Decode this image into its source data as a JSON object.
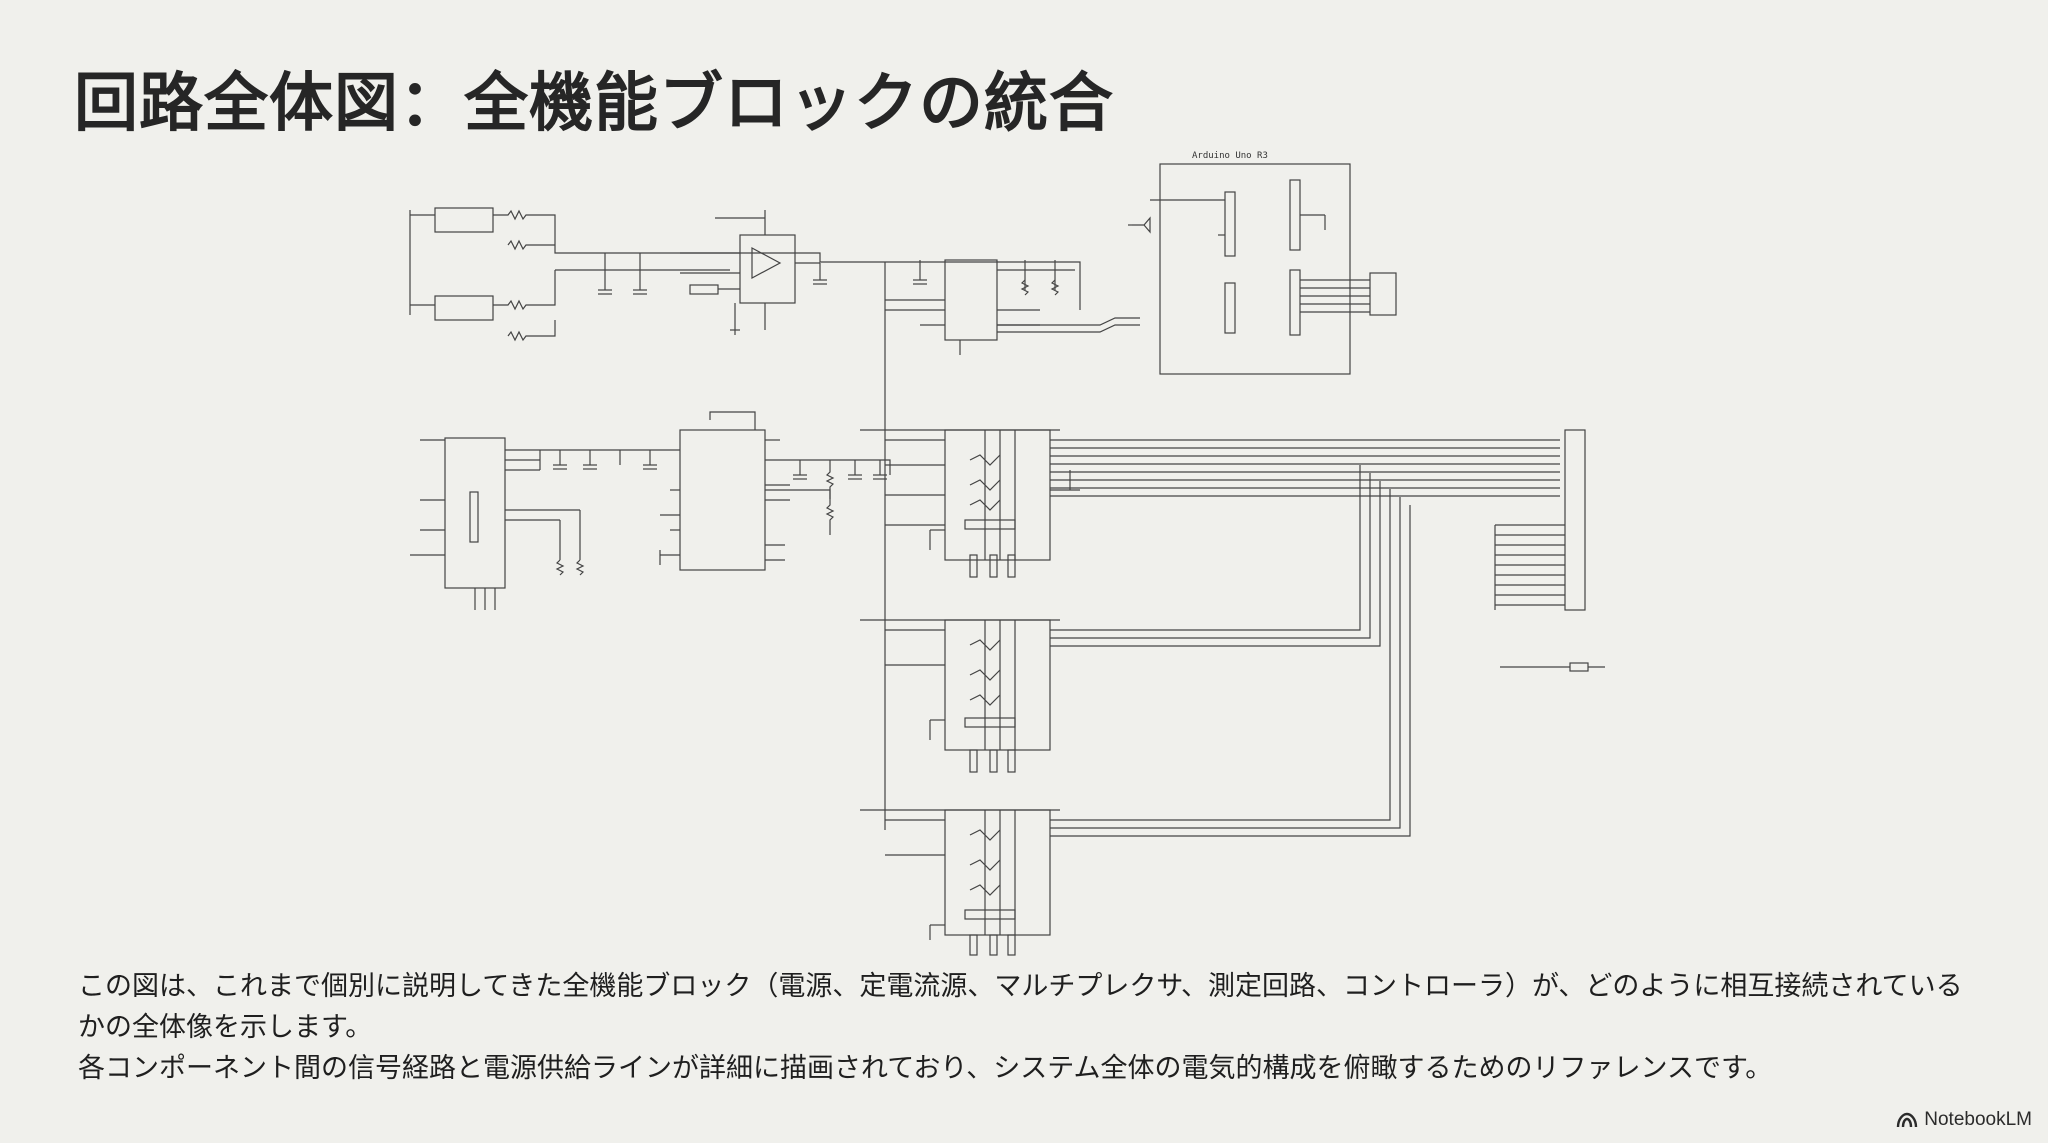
{
  "slide": {
    "title": "回路全体図：全機能ブロックの統合",
    "caption_line1": "この図は、これまで個別に説明してきた全機能ブロック（電源、定電流源、マルチプレクサ、測定回路、コントローラ）が、どのように相互接続されている",
    "caption_line2": "かの全体像を示します。",
    "caption_line3": "各コンポーネント間の信号経路と電源供給ラインが詳細に描画されており、システム全体の電気的構成を俯瞰するためのリファレンスです。"
  },
  "schematic": {
    "arduino_label": "Arduino Uno R3",
    "icons": [
      "notebooklm-logo-icon"
    ]
  },
  "brand": {
    "name": "NotebookLM"
  }
}
